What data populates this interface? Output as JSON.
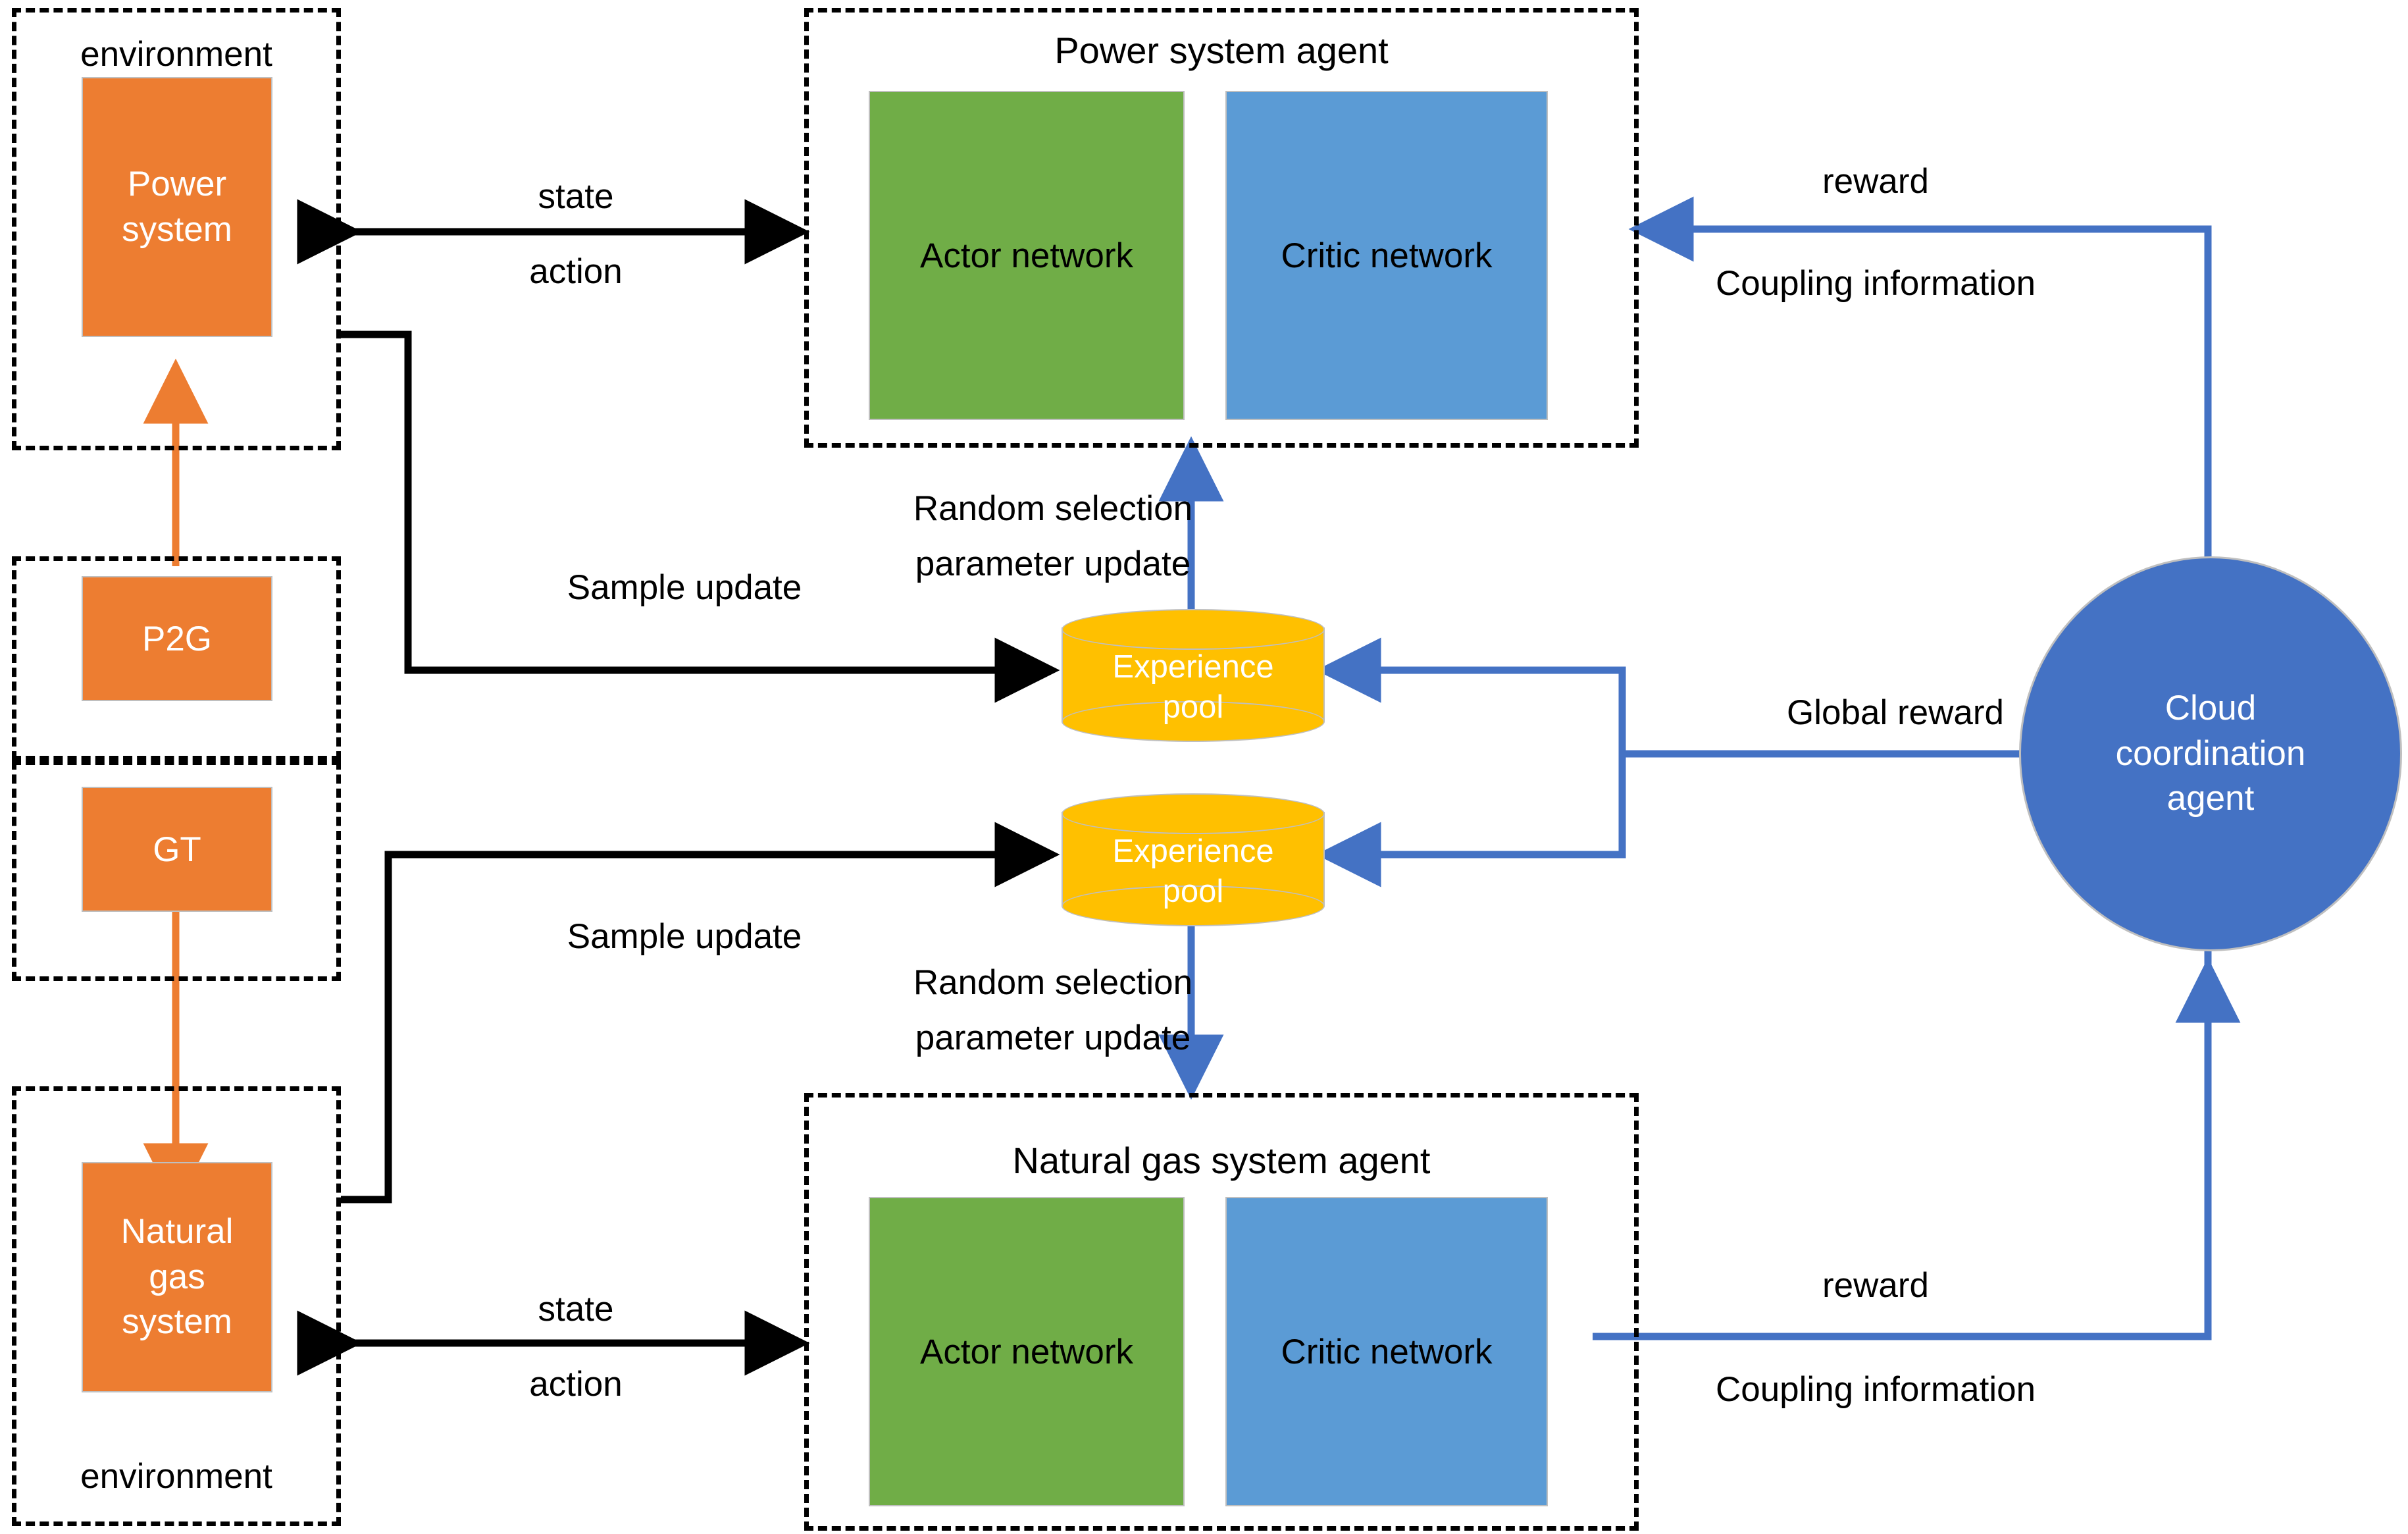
{
  "diagram": {
    "title": "Multi-agent deep reinforcement learning architecture for integrated electricity-gas system",
    "colors": {
      "orange": "#ED7D31",
      "green": "#70AD47",
      "blue": "#5B9BD5",
      "yellow": "#FFC000",
      "cloud_blue": "#4472C4",
      "black_arrow": "#000000",
      "blue_arrow": "#4472C4",
      "orange_arrow": "#ED7D31",
      "dashed_border": "#000000"
    }
  },
  "groups": {
    "power_environment": {
      "label": "environment"
    },
    "gas_environment": {
      "label": "environment"
    },
    "power_agent": {
      "label": "Power system agent"
    },
    "gas_agent": {
      "label": "Natural gas system agent"
    },
    "p2g_group": {
      "label": ""
    },
    "gt_group": {
      "label": ""
    }
  },
  "nodes": {
    "power_system": {
      "label": "Power\nsystem",
      "lines": [
        "Power",
        "system"
      ]
    },
    "p2g": {
      "label": "P2G"
    },
    "gt": {
      "label": "GT"
    },
    "natural_gas_system": {
      "label": "Natural\ngas\nsystem",
      "lines": [
        "Natural",
        "gas",
        "system"
      ]
    },
    "power_actor": {
      "label": "Actor network"
    },
    "power_critic": {
      "label": "Critic network"
    },
    "gas_actor": {
      "label": "Actor network"
    },
    "gas_critic": {
      "label": "Critic network"
    },
    "experience_pool_top": {
      "line1": "Experience",
      "line2": "pool"
    },
    "experience_pool_bottom": {
      "line1": "Experience",
      "line2": "pool"
    },
    "cloud_agent": {
      "lines": [
        "Cloud",
        "coordination",
        "agent"
      ]
    }
  },
  "edges": [
    {
      "id": "power-state-action",
      "labels": [
        "state",
        "action"
      ],
      "style": "black-double-arrow"
    },
    {
      "id": "gas-state-action",
      "labels": [
        "state",
        "action"
      ],
      "style": "black-double-arrow"
    },
    {
      "id": "power-sample-update",
      "label": "Sample update",
      "style": "black-arrow"
    },
    {
      "id": "gas-sample-update",
      "label": "Sample update",
      "style": "black-arrow"
    },
    {
      "id": "pool-top-to-power-agent",
      "labels": [
        "Random selection",
        "parameter update"
      ],
      "style": "blue-arrow"
    },
    {
      "id": "pool-bottom-to-gas-agent",
      "labels": [
        "Random selection",
        "parameter update"
      ],
      "style": "blue-arrow"
    },
    {
      "id": "cloud-to-power-agent",
      "labels": [
        "reward",
        "Coupling information"
      ],
      "style": "blue-arrow"
    },
    {
      "id": "cloud-to-gas-agent",
      "labels": [
        "reward",
        "Coupling information"
      ],
      "style": "blue-arrow"
    },
    {
      "id": "cloud-to-pools",
      "label": "Global reward",
      "style": "blue-arrow"
    }
  ],
  "labels": {
    "state_top": "state",
    "action_top": "action",
    "state_bottom": "state",
    "action_bottom": "action",
    "sample_update_top": "Sample update",
    "sample_update_bottom": "Sample update",
    "random_selection_top_l1": "Random selection",
    "random_selection_top_l2": "parameter update",
    "random_selection_bottom_l1": "Random selection",
    "random_selection_bottom_l2": "parameter update",
    "reward_top": "reward",
    "coupling_top": "Coupling information",
    "reward_bottom": "reward",
    "coupling_bottom": "Coupling information",
    "global_reward": "Global reward"
  }
}
